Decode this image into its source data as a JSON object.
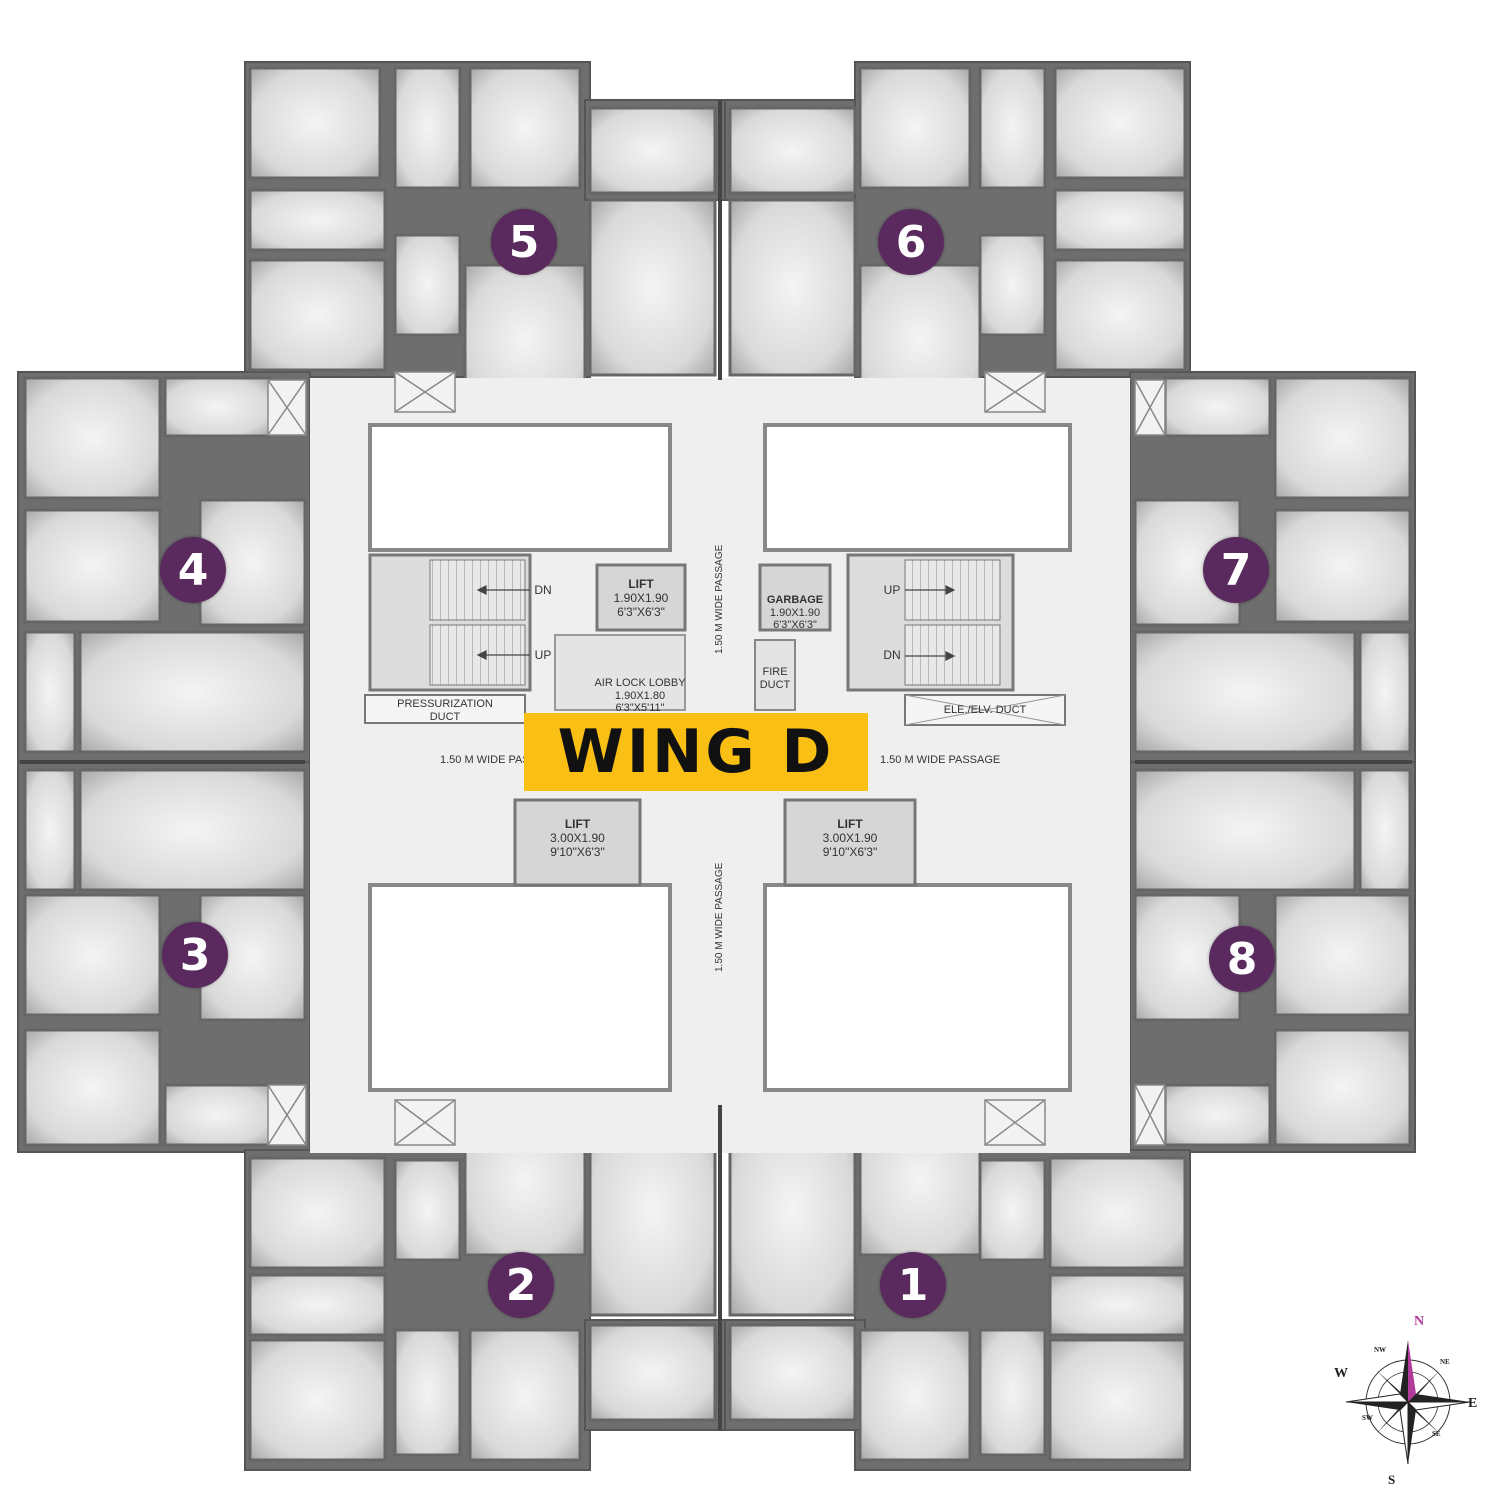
{
  "title": "WING D",
  "units": [
    {
      "id": "unit-1",
      "number": "1"
    },
    {
      "id": "unit-2",
      "number": "2"
    },
    {
      "id": "unit-3",
      "number": "3"
    },
    {
      "id": "unit-4",
      "number": "4"
    },
    {
      "id": "unit-5",
      "number": "5"
    },
    {
      "id": "unit-6",
      "number": "6"
    },
    {
      "id": "unit-7",
      "number": "7"
    },
    {
      "id": "unit-8",
      "number": "8"
    }
  ],
  "core": {
    "lift_small": {
      "name": "LIFT",
      "size_m": "1.90X1.90",
      "size_ft": "6'3\"X6'3\""
    },
    "garbage": {
      "name": "GARBAGE",
      "size_m": "1.90X1.90",
      "size_ft": "6'3\"X6'3\""
    },
    "fire_duct": {
      "line1": "FIRE",
      "line2": "DUCT"
    },
    "air_lock": {
      "name": "AIR LOCK LOBBY",
      "size_m": "1.90X1.80",
      "size_ft": "6'3\"X5'11\""
    },
    "pressurization": {
      "line1": "PRESSURIZATION",
      "line2": "DUCT"
    },
    "ele_duct": "ELE./ELV. DUCT",
    "lift_left": {
      "name": "LIFT",
      "size_m": "3.00X1.90",
      "size_ft": "9'10\"X6'3\""
    },
    "lift_right": {
      "name": "LIFT",
      "size_m": "3.00X1.90",
      "size_ft": "9'10\"X6'3\""
    },
    "stair_left": {
      "top": "DN",
      "bottom": "UP"
    },
    "stair_right": {
      "top": "UP",
      "bottom": "DN"
    },
    "passage_left": "1.50 M WIDE PASSAGE",
    "passage_right": "1.50 M WIDE PASSAGE",
    "passage_top": "1.50 M WIDE PASSAGE",
    "passage_bottom": "1.50 M WIDE PASSAGE"
  },
  "compass": {
    "n": "N",
    "s": "S",
    "e": "E",
    "w": "W",
    "ne": "NE",
    "nw": "NW",
    "se": "SE",
    "sw": "SW"
  },
  "colors": {
    "badge": "#5a2a5e",
    "banner": "#f9bf14",
    "rooms": "#d8d8d8",
    "walls": "#7a7a7a",
    "accent_north": "#b23a9a"
  }
}
